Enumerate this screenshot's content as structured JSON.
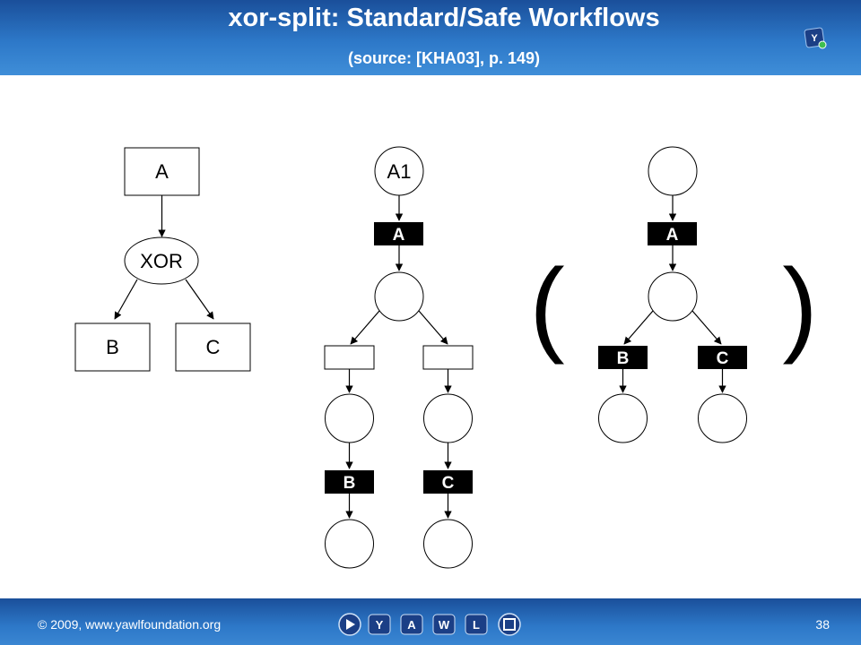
{
  "header": {
    "title": "xor-split: Standard/Safe Workflows",
    "subtitle": "(source: [KHA03], p. 149)"
  },
  "footer": {
    "copyright": "© 2009, www.yawlfoundation.org",
    "page_number": "38"
  },
  "logo": {
    "letter": "Y"
  },
  "nav": {
    "letters": [
      "Y",
      "A",
      "W",
      "L"
    ]
  },
  "diagram1": {
    "task_a": "A",
    "xor": "XOR",
    "task_b": "B",
    "task_c": "C"
  },
  "diagram2": {
    "place_a1": "A1",
    "trans_a": "A",
    "trans_b": "B",
    "trans_c": "C"
  },
  "diagram3": {
    "trans_a": "A",
    "trans_b": "B",
    "trans_c": "C",
    "paren_open": "(",
    "paren_close": ")"
  }
}
